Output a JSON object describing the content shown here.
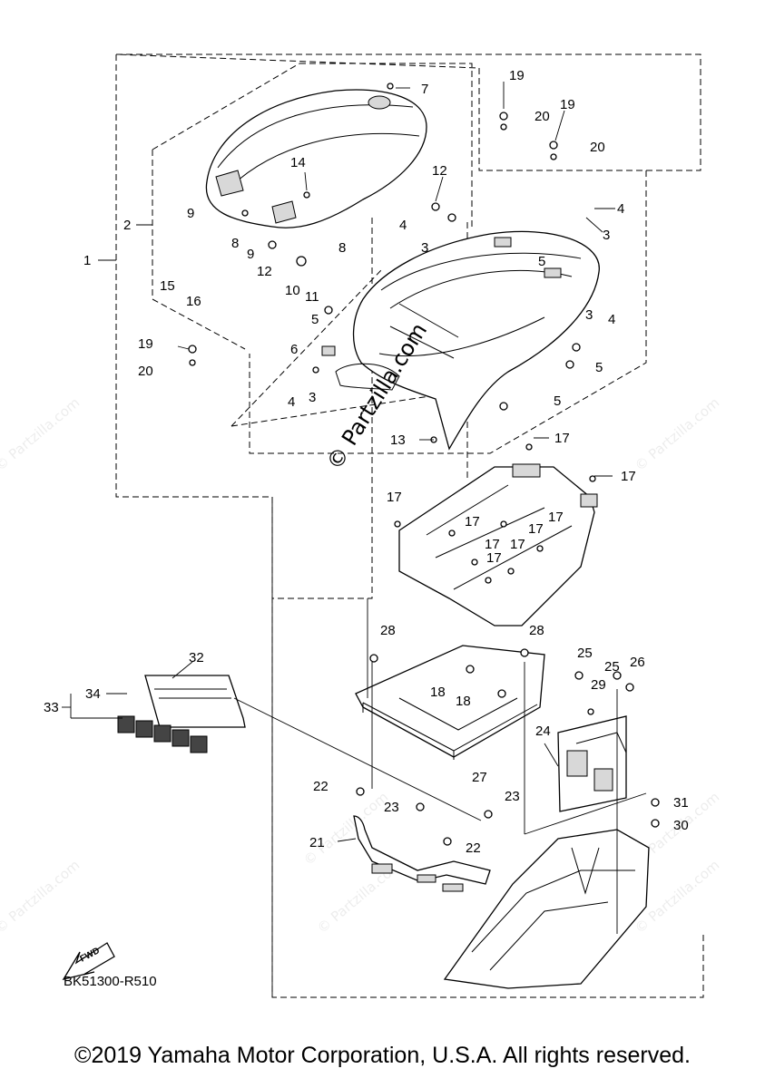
{
  "diagram": {
    "callouts": [
      "1",
      "2",
      "3",
      "3",
      "3",
      "3",
      "4",
      "4",
      "4",
      "4",
      "5",
      "5",
      "5",
      "5",
      "6",
      "7",
      "8",
      "8",
      "9",
      "9",
      "10",
      "11",
      "12",
      "12",
      "13",
      "14",
      "15",
      "16",
      "17",
      "17",
      "17",
      "17",
      "17",
      "17",
      "17",
      "17",
      "17",
      "18",
      "18",
      "19",
      "19",
      "19",
      "20",
      "20",
      "20",
      "21",
      "22",
      "22",
      "23",
      "23",
      "24",
      "25",
      "25",
      "26",
      "27",
      "28",
      "28",
      "29",
      "30",
      "31",
      "32",
      "33",
      "34"
    ],
    "fwd_label": "FWD",
    "diagram_code": "BK51300-R510",
    "watermark_main": "© Partzilla.com",
    "watermark_small": "© Partzilla.com"
  },
  "footer": {
    "copyright": "©2019 Yamaha Motor Corporation, U.S.A. All rights reserved."
  }
}
